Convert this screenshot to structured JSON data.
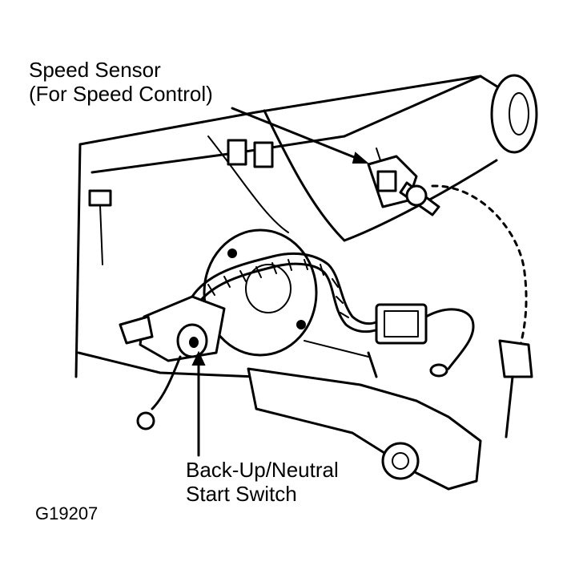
{
  "labels": {
    "speed_sensor_line1": "Speed Sensor",
    "speed_sensor_line2": "(For Speed Control)",
    "switch_line1": "Back-Up/Neutral",
    "switch_line2": "Start Switch",
    "figure_code": "G19207"
  },
  "colors": {
    "ink": "#000000",
    "paper": "#ffffff"
  }
}
